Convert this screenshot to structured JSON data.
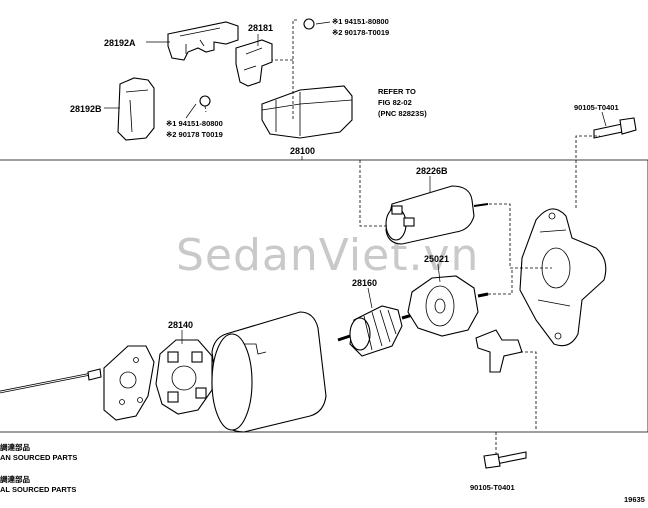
{
  "watermark": "SedanViet.vn",
  "parts": {
    "p28192A": "28192A",
    "p28181": "28181",
    "p28192B": "28192B",
    "p28100": "28100",
    "p28226B": "28226B",
    "p28160": "28160",
    "p28140": "28140",
    "p25021": "25021",
    "bolt_top": "90105-T0401",
    "bolt_bottom": "90105-T0401"
  },
  "notes": {
    "top_n1": "※1 94151-80800",
    "top_n2": "※2 90178-T0019",
    "mid_n1": "※1 94151-80800",
    "mid_n2": "※2 90178 T0019"
  },
  "refer": {
    "line1": "REFER TO",
    "line2": "FIG 82-02",
    "line3": "(PNC 82823S)"
  },
  "legend": {
    "l1": "調達部品",
    "l2": "AN SOURCED PARTS",
    "l3": "調達部品",
    "l4": "AL SOURCED PARTS"
  },
  "figure_code": "19635"
}
